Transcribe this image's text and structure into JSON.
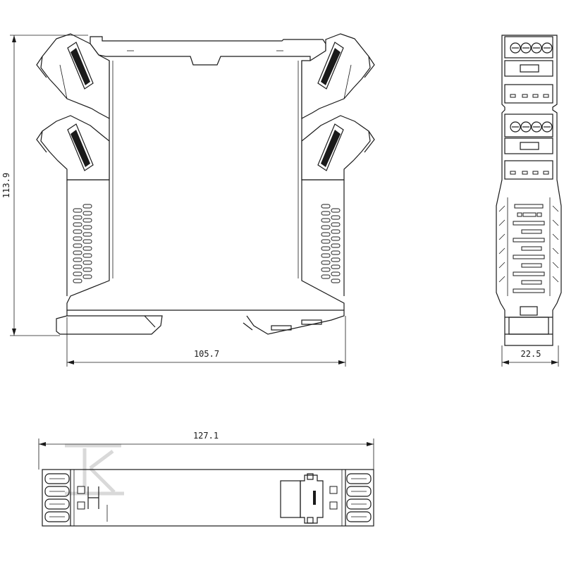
{
  "drawing": {
    "dimensions": {
      "height_label": "113.9",
      "width_label": "105.7",
      "depth_label": "22.5",
      "length_label": "127.1"
    },
    "views": [
      "side-view",
      "front-view",
      "bottom-view"
    ]
  }
}
